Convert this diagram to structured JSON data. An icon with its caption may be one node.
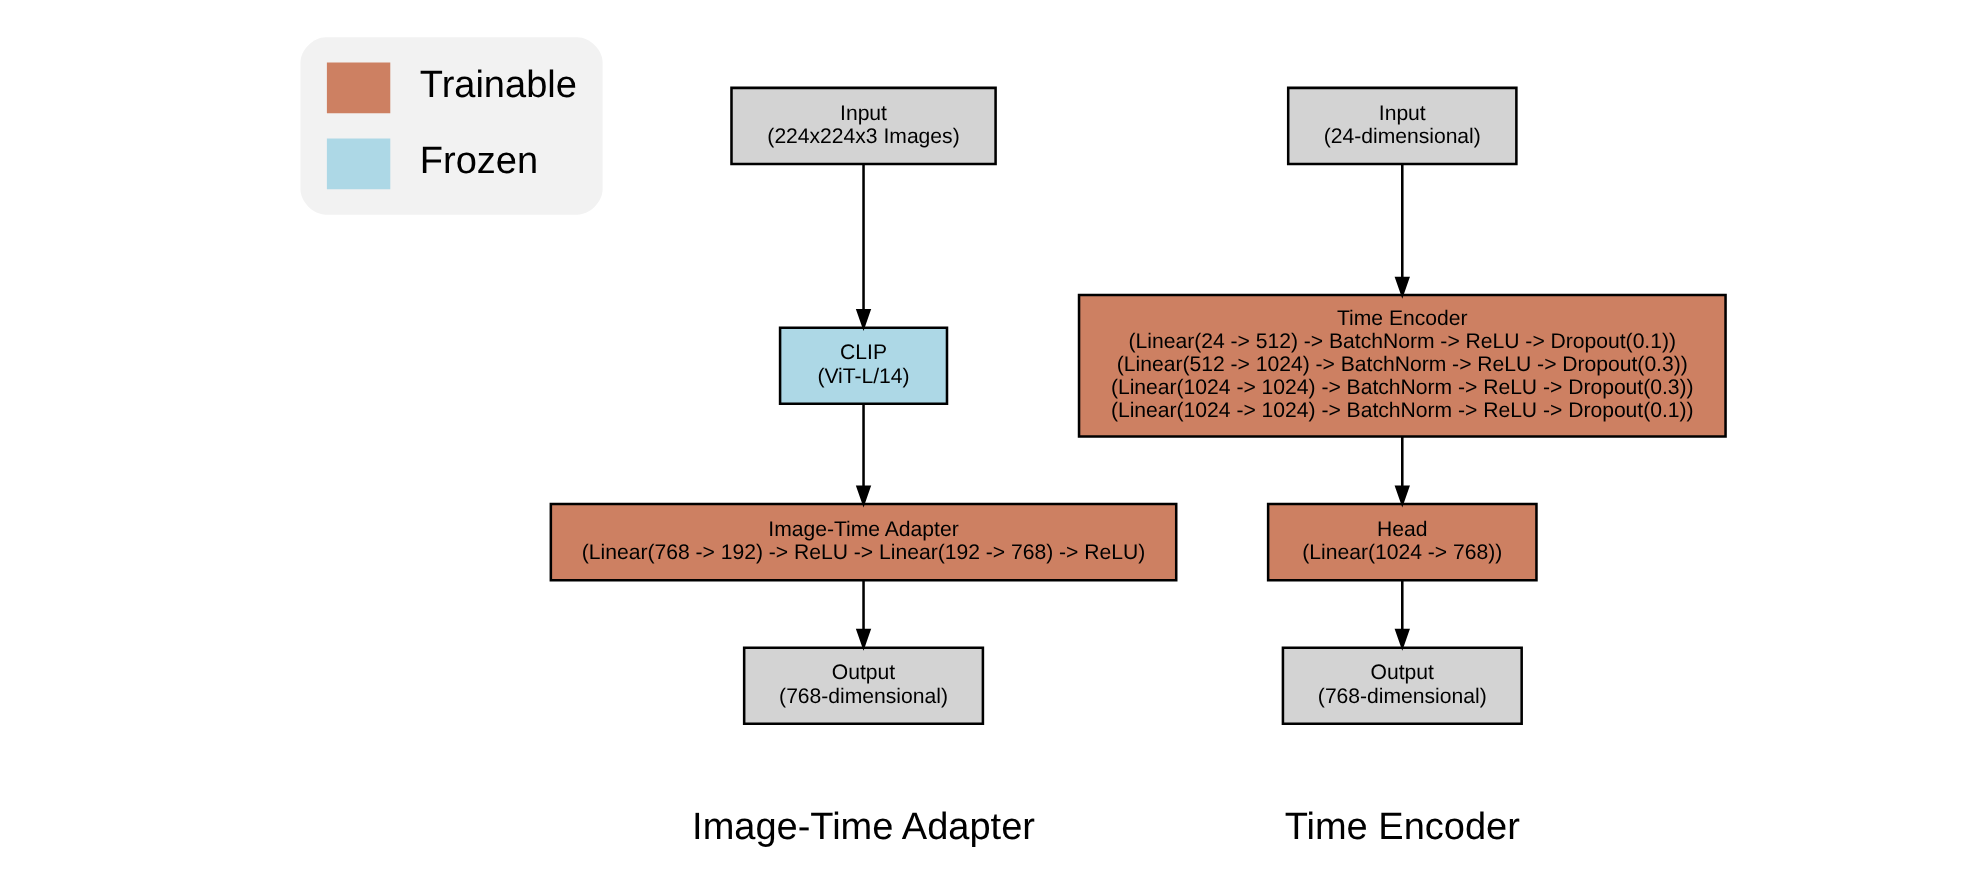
{
  "diagram": {
    "nodes": [
      {
        "text": [
          "Input",
          "(224x224x3 Images)"
        ]
      },
      {
        "text": [
          "CLIP",
          "(ViT-L/14)"
        ]
      },
      {
        "text": [
          "Image-Time Adapter",
          "(Linear(768 -> 192) -> ReLU -> Linear(192 -> 768) -> ReLU)"
        ]
      },
      {
        "text": [
          "Output",
          "(768-dimensional)"
        ]
      },
      {
        "text": [
          "Input",
          "(24-dimensional)"
        ]
      },
      {
        "text": [
          "Time Encoder",
          "(Linear(24 -> 512) -> BatchNorm -> ReLU -> Dropout(0.1))",
          "(Linear(512 -> 1024) -> BatchNorm -> ReLU -> Dropout(0.3))",
          "(Linear(1024 -> 1024) -> BatchNorm -> ReLU -> Dropout(0.3))",
          "(Linear(1024 -> 1024) -> BatchNorm -> ReLU -> Dropout(0.1))"
        ]
      },
      {
        "text": [
          "Head",
          "(Linear(1024 -> 768))"
        ]
      },
      {
        "text": [
          "Output",
          "(768-dimensional)"
        ]
      }
    ],
    "edges": [
      {
        "from": 0,
        "to": 1,
        "arrow": "to"
      },
      {
        "from": 1,
        "to": 2,
        "arrow": "to"
      },
      {
        "from": 2,
        "to": 3,
        "arrow": "to"
      },
      {
        "from": 4,
        "to": 5,
        "arrow": "to"
      },
      {
        "from": 5,
        "to": 6,
        "arrow": "to"
      },
      {
        "from": 6,
        "to": 7,
        "arrow": "to"
      }
    ],
    "labels": [
      "Image-Time Adapter",
      "Time Encoder"
    ],
    "legend": [
      {
        "text": "Trainable",
        "color": "#cd8062"
      },
      {
        "text": "Frozen",
        "color": "#add8e6"
      }
    ]
  }
}
